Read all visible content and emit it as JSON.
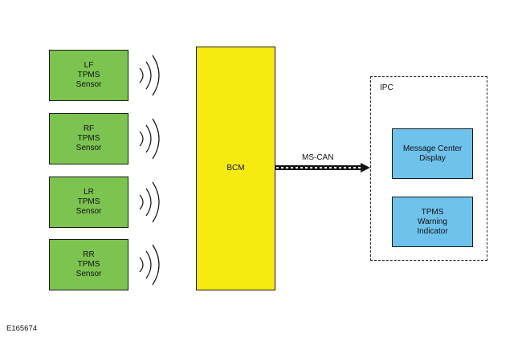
{
  "sensors": [
    {
      "lines": [
        "LF",
        "TPMS",
        "Sensor"
      ]
    },
    {
      "lines": [
        "RF",
        "TPMS",
        "Sensor"
      ]
    },
    {
      "lines": [
        "LR",
        "TPMS",
        "Sensor"
      ]
    },
    {
      "lines": [
        "RR",
        "TPMS",
        "Sensor"
      ]
    }
  ],
  "bcm": {
    "label": "BCM"
  },
  "bus": {
    "label": "MS-CAN"
  },
  "ipc": {
    "label": "IPC",
    "message_center": {
      "lines": [
        "Message Center",
        "Display"
      ]
    },
    "tpms_indicator": {
      "lines": [
        "TPMS",
        "Warning",
        "Indicator"
      ]
    }
  },
  "figure_id": "E165674",
  "colors": {
    "sensor_fill": "#7cc34f",
    "bcm_fill": "#f7ea10",
    "ipc_module_fill": "#6ec2ec",
    "line": "#111111"
  }
}
